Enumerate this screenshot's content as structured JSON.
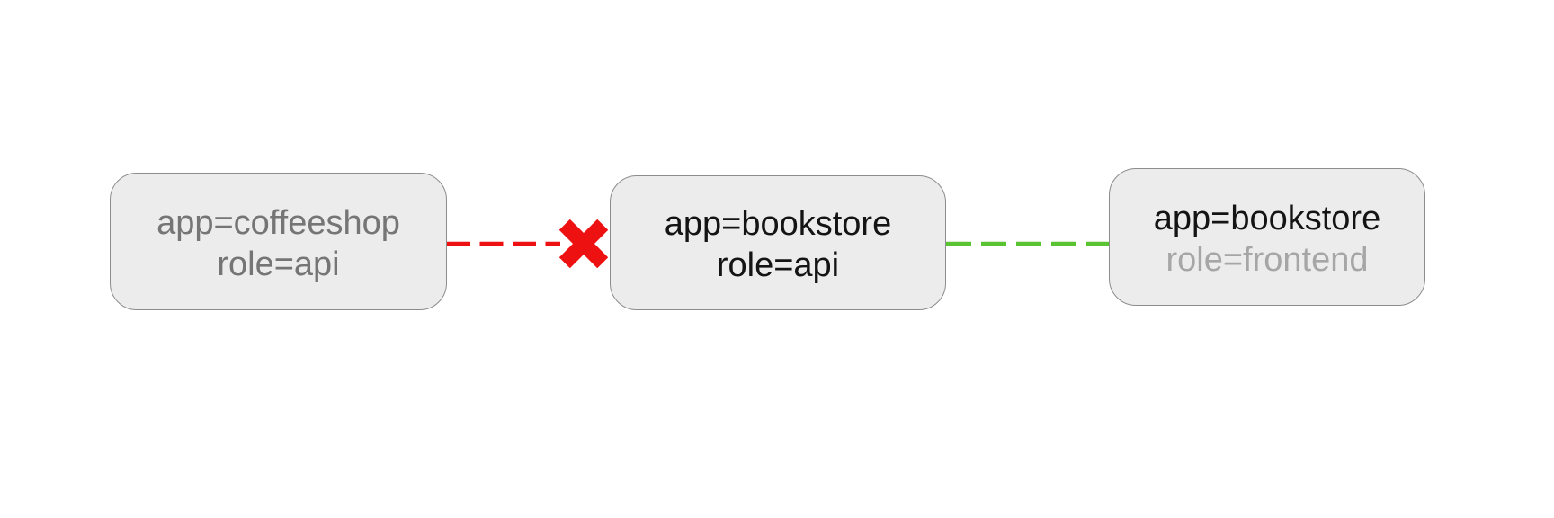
{
  "page": {
    "background": "#ffffff"
  },
  "nodes": {
    "coffeeshop_api": {
      "line1": "app=coffeeshop",
      "line2": "role=api"
    },
    "bookstore_api": {
      "line1": "app=bookstore",
      "line2": "role=api"
    },
    "bookstore_frontend": {
      "line1": "app=bookstore",
      "line2": "role=frontend"
    }
  },
  "edges": {
    "blocked": {
      "status": "blocked",
      "color": "#ee1111",
      "icon": "blocked-x-icon"
    },
    "allowed": {
      "status": "allowed",
      "color": "#5ac332"
    }
  },
  "colors": {
    "node_fill": "#ececec",
    "node_border": "#8c8c8c",
    "text_primary": "#141414",
    "text_muted_dark": "#757575",
    "text_muted_light": "#a6a6a6",
    "blocked_red": "#ee1111",
    "allowed_green": "#5ac332"
  }
}
